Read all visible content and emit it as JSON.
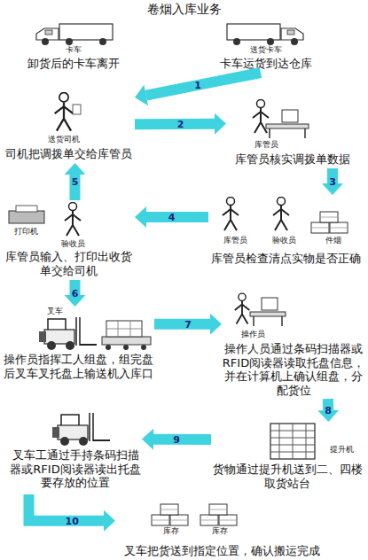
{
  "diagram": {
    "title": "卷烟入库业务",
    "nodes": [
      {
        "text": [
          "卡车",
          "卸货后的卡车离开"
        ]
      },
      {
        "text": [
          "送货卡车",
          "卡车运货到达仓库"
        ]
      },
      {
        "text": [
          "送货司机",
          "司机把调拨单交给库管员"
        ]
      },
      {
        "text": [
          "库管员",
          "库管员核实调拨单数据"
        ]
      },
      {
        "text": [
          "打印机",
          "验收员",
          "库管员输入、打印出收货单交给司机"
        ]
      },
      {
        "text": [
          "库管员",
          "验收员",
          "件烟",
          "库管员检查清点实物是否正确"
        ]
      },
      {
        "text": [
          "叉车",
          "操作员指挥工人组盘，组完盘后叉车叉托盘上输送机入库口"
        ]
      },
      {
        "text": [
          "操作员",
          "操作人员通过条码扫描器或RFID阅读器读取托盘信息，并在计算机上确认组盘，分配货位"
        ]
      },
      {
        "text": [
          "叉车工通过手持条码扫描器或RFID阅读器读出托盘要存放的位置"
        ]
      },
      {
        "text": [
          "提升机",
          "货物通过提升机送到二、四楼取货站台"
        ]
      },
      {
        "text": [
          "库存",
          "库存",
          "叉车把货送到指定位置，确认搬运完成"
        ]
      }
    ],
    "edges": [
      {
        "from": 1,
        "to": 2,
        "label": "1",
        "arrow": "to"
      },
      {
        "from": 2,
        "to": 3,
        "label": "2",
        "arrow": "to"
      },
      {
        "from": 3,
        "to": 5,
        "label": "3",
        "arrow": "to"
      },
      {
        "from": 5,
        "to": 4,
        "label": "4",
        "arrow": "to"
      },
      {
        "from": 4,
        "to": 2,
        "label": "5",
        "arrow": "to"
      },
      {
        "from": 4,
        "to": 6,
        "label": "6",
        "arrow": "to"
      },
      {
        "from": 6,
        "to": 7,
        "label": "7",
        "arrow": "to"
      },
      {
        "from": 7,
        "to": 9,
        "label": "8",
        "arrow": "to"
      },
      {
        "from": 9,
        "to": 8,
        "label": "9",
        "arrow": "to"
      },
      {
        "from": 8,
        "to": 10,
        "label": "10",
        "arrow": "to"
      }
    ]
  }
}
